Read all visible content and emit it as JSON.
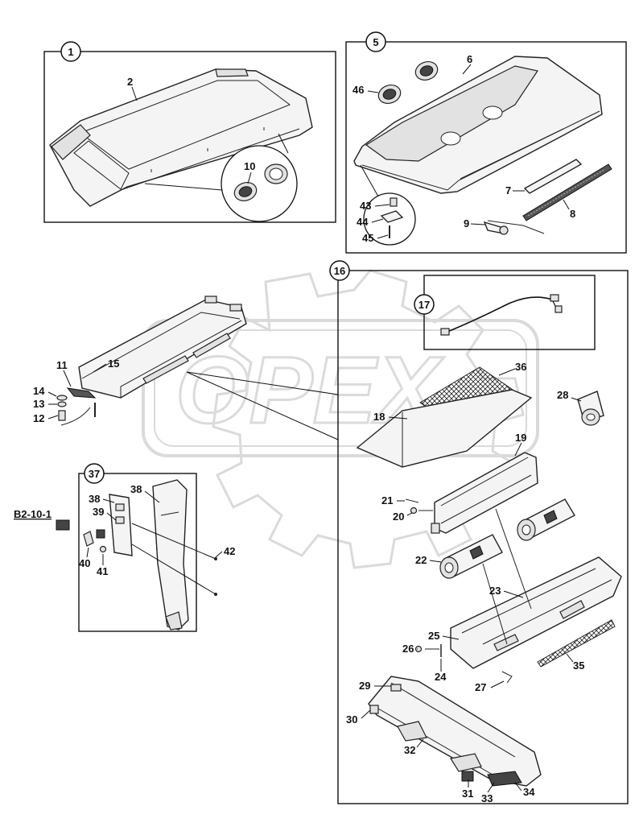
{
  "watermark": {
    "text": "OPEX"
  },
  "groups": [
    {
      "id": "1",
      "label": "1"
    },
    {
      "id": "5",
      "label": "5"
    },
    {
      "id": "16",
      "label": "16"
    },
    {
      "id": "17",
      "label": "17"
    },
    {
      "id": "37",
      "label": "37"
    }
  ],
  "callouts": {
    "c2": "2",
    "c6": "6",
    "c7": "7",
    "c8": "8",
    "c9": "9",
    "c10": "10",
    "c11": "11",
    "c12": "12",
    "c13": "13",
    "c14": "14",
    "c15": "15",
    "c18": "18",
    "c19": "19",
    "c20": "20",
    "c21": "21",
    "c22": "22",
    "c23": "23",
    "c24": "24",
    "c25": "25",
    "c26": "26",
    "c27": "27",
    "c28": "28",
    "c29": "29",
    "c30": "30",
    "c31": "31",
    "c32": "32",
    "c33": "33",
    "c34": "34",
    "c35": "35",
    "c36": "36",
    "c38a": "38",
    "c38b": "38",
    "c39": "39",
    "c40": "40",
    "c41": "41",
    "c42": "42",
    "c43": "43",
    "c44": "44",
    "c45": "45",
    "c46": "46"
  },
  "reference": {
    "label": "B2-10-1"
  }
}
